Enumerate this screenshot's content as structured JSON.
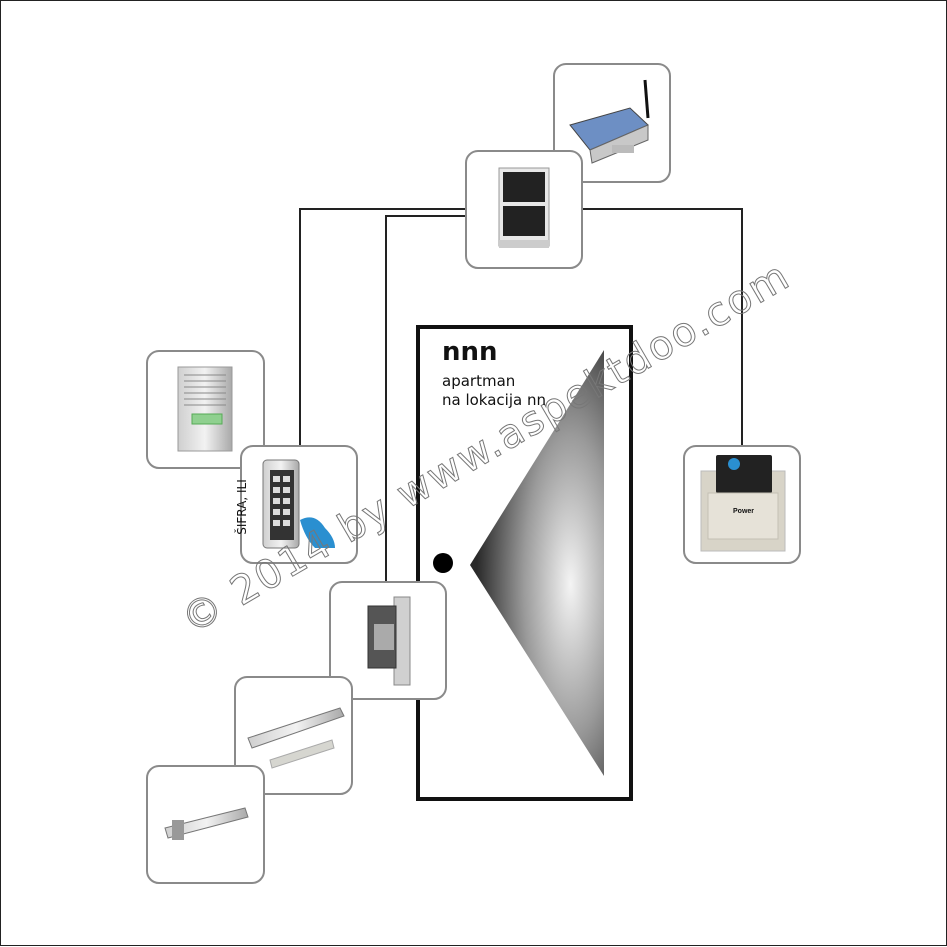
{
  "door": {
    "title": "nnn",
    "line1": "apartman",
    "line2": "na lokacija nn"
  },
  "keypad": {
    "label": "ŠIFRA, ILI"
  },
  "card_switch": {
    "label": "Power"
  },
  "watermark": "© 2014 by www.aspektdoo.com",
  "colors": {
    "line": "#222222",
    "box_border": "#8a8a8a",
    "accent": "#2a8fd0"
  }
}
